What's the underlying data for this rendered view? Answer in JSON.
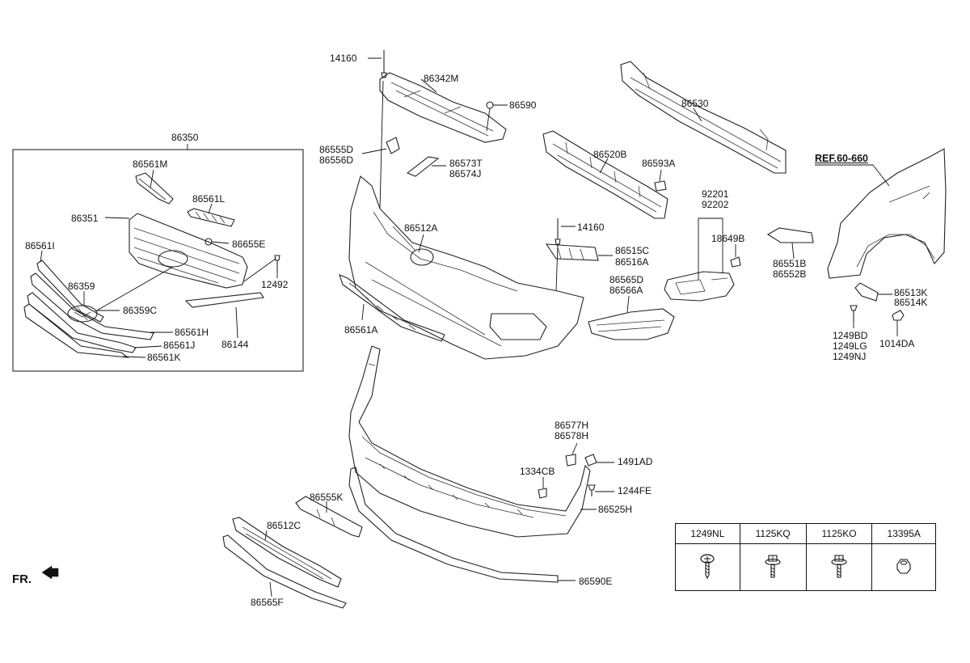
{
  "header_label": "86350",
  "front_marker": "FR.",
  "ref_label": "REF.60-660",
  "callouts": {
    "c86561M": "86561M",
    "c86561L": "86561L",
    "c86351": "86351",
    "c86655E": "86655E",
    "c86561I": "86561I",
    "c12492": "12492",
    "c86359": "86359",
    "c86359C": "86359C",
    "c86561H": "86561H",
    "c86561J": "86561J",
    "c86144": "86144",
    "c86561K": "86561K",
    "c14160a": "14160",
    "c86342M": "86342M",
    "c86590": "86590",
    "c86555D": "86555D",
    "c86556D": "86556D",
    "c86573T": "86573T",
    "c86574J": "86574J",
    "c86512A": "86512A",
    "c14160b": "14160",
    "c86515C": "86515C",
    "c86516A": "86516A",
    "c86565D": "86565D",
    "c86566A": "86566A",
    "c86561A": "86561A",
    "c86530": "86530",
    "c86520B": "86520B",
    "c86593A": "86593A",
    "c92201": "92201",
    "c92202": "92202",
    "c18649B": "18649B",
    "c86551B": "86551B",
    "c86552B": "86552B",
    "c86513K": "86513K",
    "c86514K": "86514K",
    "c1249BD": "1249BD",
    "c1249LG": "1249LG",
    "c1249NJ": "1249NJ",
    "c1014DA": "1014DA",
    "c86577H": "86577H",
    "c86578H": "86578H",
    "c1491AD": "1491AD",
    "c1334CB": "1334CB",
    "c1244FE": "1244FE",
    "c86525H": "86525H",
    "c86555K": "86555K",
    "c86512C": "86512C",
    "c86565F": "86565F",
    "c86590E": "86590E"
  },
  "fastener_table": {
    "headers": [
      "1249NL",
      "1125KQ",
      "1125KO",
      "13395A"
    ],
    "icons": [
      "pan-head-screw-icon",
      "flange-bolt-icon",
      "flange-bolt-icon",
      "hex-nut-icon"
    ]
  }
}
